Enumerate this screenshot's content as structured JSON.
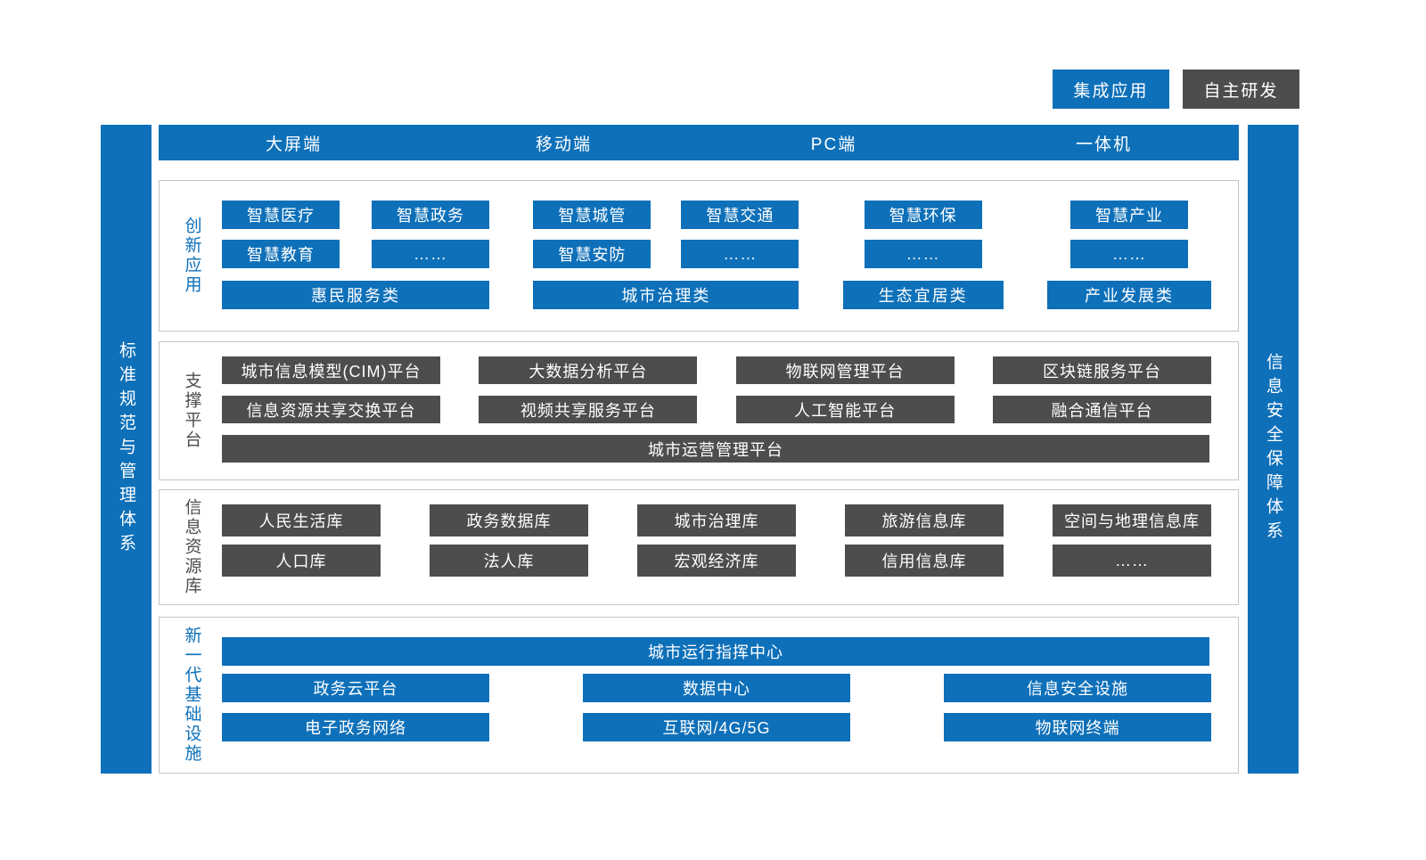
{
  "colors": {
    "blue": "#0e70b9",
    "dark": "#4d4d4d"
  },
  "legend": {
    "integrated": "集成应用",
    "self_developed": "自主研发"
  },
  "left_rail": "标准规范与管理体系",
  "right_rail": "信息安全保障体系",
  "terminal_bar": {
    "items": [
      "大屏端",
      "移动端",
      "PC端",
      "一体机"
    ]
  },
  "sections": {
    "innovation": {
      "label": "创新应用",
      "groups": [
        {
          "rows": [
            [
              "智慧医疗",
              "智慧政务"
            ],
            [
              "智慧教育",
              "……"
            ]
          ],
          "category": "惠民服务类"
        },
        {
          "rows": [
            [
              "智慧城管",
              "智慧交通"
            ],
            [
              "智慧安防",
              "……"
            ]
          ],
          "category": "城市治理类"
        },
        {
          "rows": [
            [
              "智慧环保"
            ],
            [
              "……"
            ]
          ],
          "category": "生态宜居类"
        },
        {
          "rows": [
            [
              "智慧产业"
            ],
            [
              "……"
            ]
          ],
          "category": "产业发展类"
        }
      ]
    },
    "support": {
      "label": "支撑平台",
      "row1": [
        "城市信息模型(CIM)平台",
        "大数据分析平台",
        "物联网管理平台",
        "区块链服务平台"
      ],
      "row2": [
        "信息资源共享交换平台",
        "视频共享服务平台",
        "人工智能平台",
        "融合通信平台"
      ],
      "full": "城市运营管理平台"
    },
    "resources": {
      "label": "信息资源库",
      "row1": [
        "人民生活库",
        "政务数据库",
        "城市治理库",
        "旅游信息库",
        "空间与地理信息库"
      ],
      "row2": [
        "人口库",
        "法人库",
        "宏观经济库",
        "信用信息库",
        "……"
      ]
    },
    "infrastructure": {
      "label": "新一代基础设施",
      "full": "城市运行指挥中心",
      "row1": [
        "政务云平台",
        "数据中心",
        "信息安全设施"
      ],
      "row2": [
        "电子政务网络",
        "互联网/4G/5G",
        "物联网终端"
      ]
    }
  }
}
